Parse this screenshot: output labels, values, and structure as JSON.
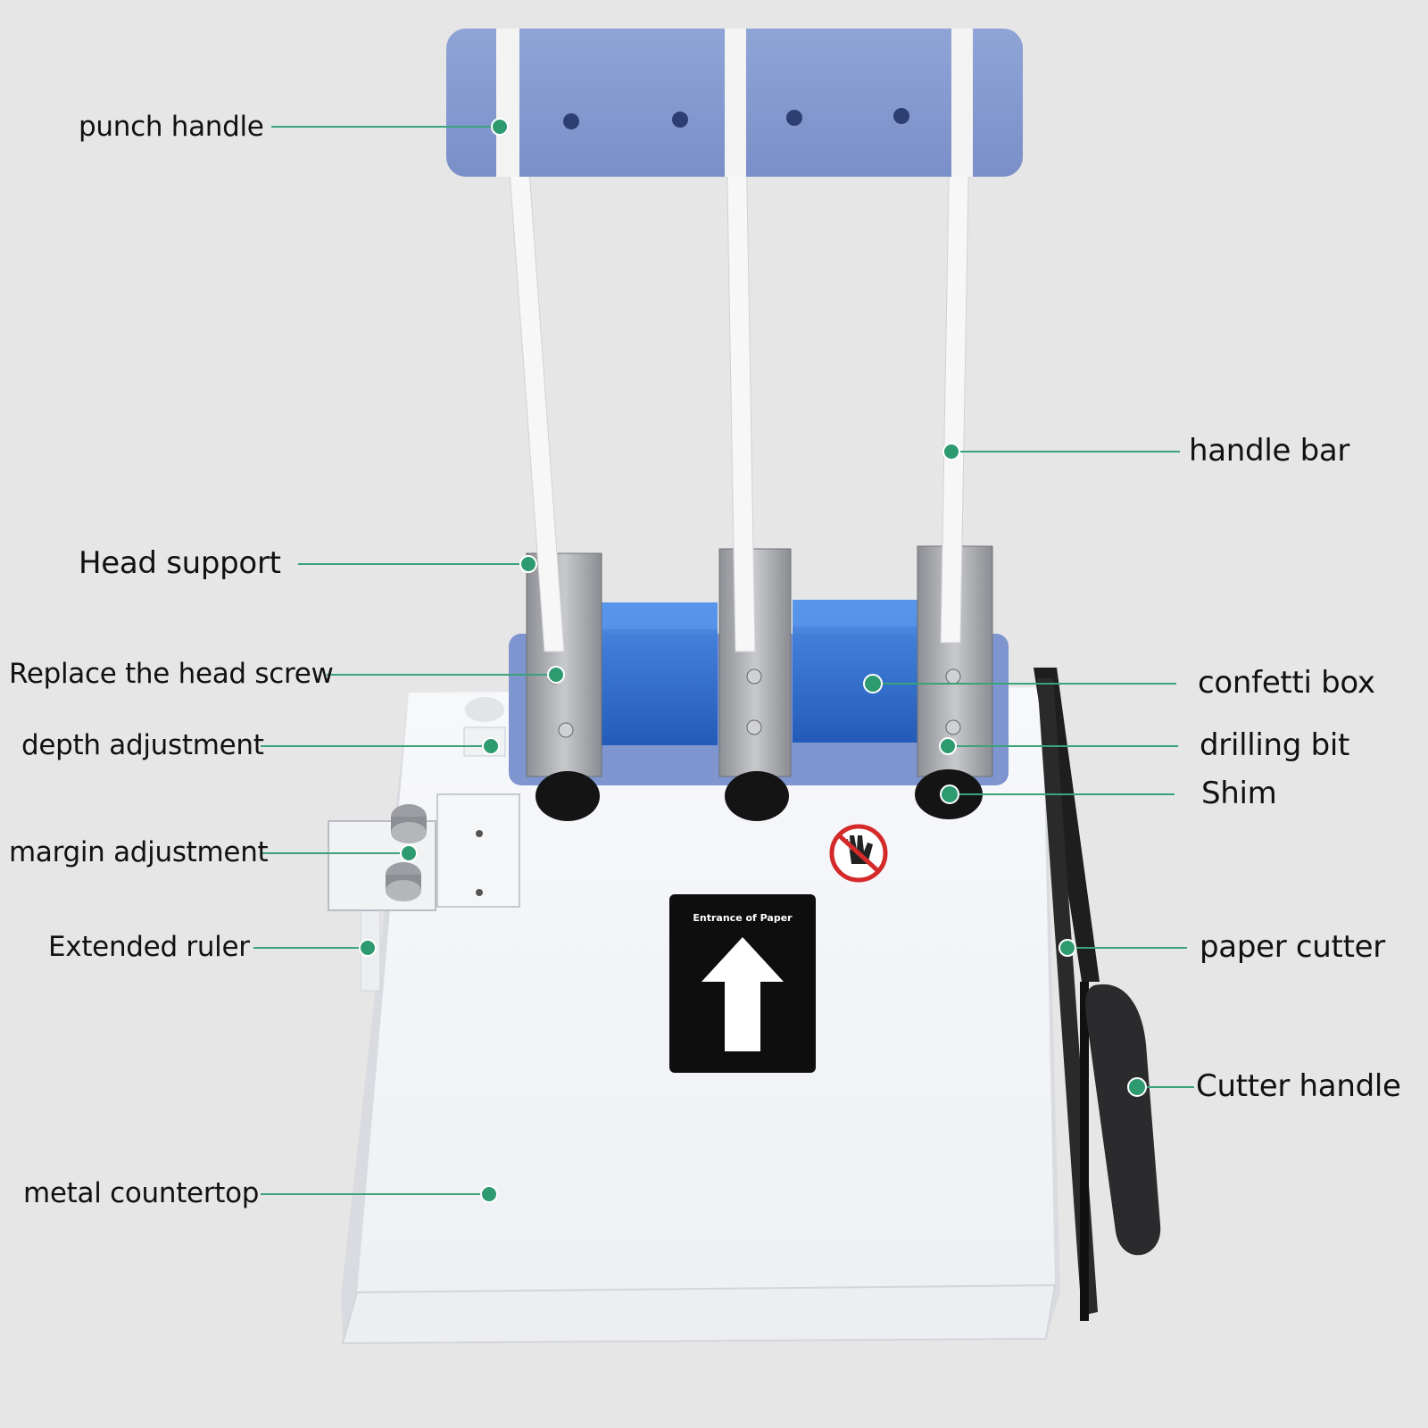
{
  "labels": {
    "punch_handle": "punch handle",
    "handle_bar": "handle bar",
    "head_support": "Head support",
    "replace_head_screw": "Replace the head screw",
    "confetti_box": "confetti box",
    "depth_adjustment": "depth adjustment",
    "drilling_bit": "drilling bit",
    "shim": "Shim",
    "margin_adjustment": "margin adjustment",
    "extended_ruler": "Extended ruler",
    "paper_cutter": "paper cutter",
    "cutter_handle": "Cutter handle",
    "metal_countertop": "metal countertop"
  },
  "sign": {
    "text": "Entrance of Paper"
  },
  "colors": {
    "background": "#e6e6e6",
    "leader": "#3aa37a",
    "dot": "#2e9a70",
    "handle_blue": "#8a9fd2",
    "confetti_blue": "#2f6fd1",
    "base_white": "#f4f5f8",
    "cutter_black": "#1c1c1c"
  }
}
